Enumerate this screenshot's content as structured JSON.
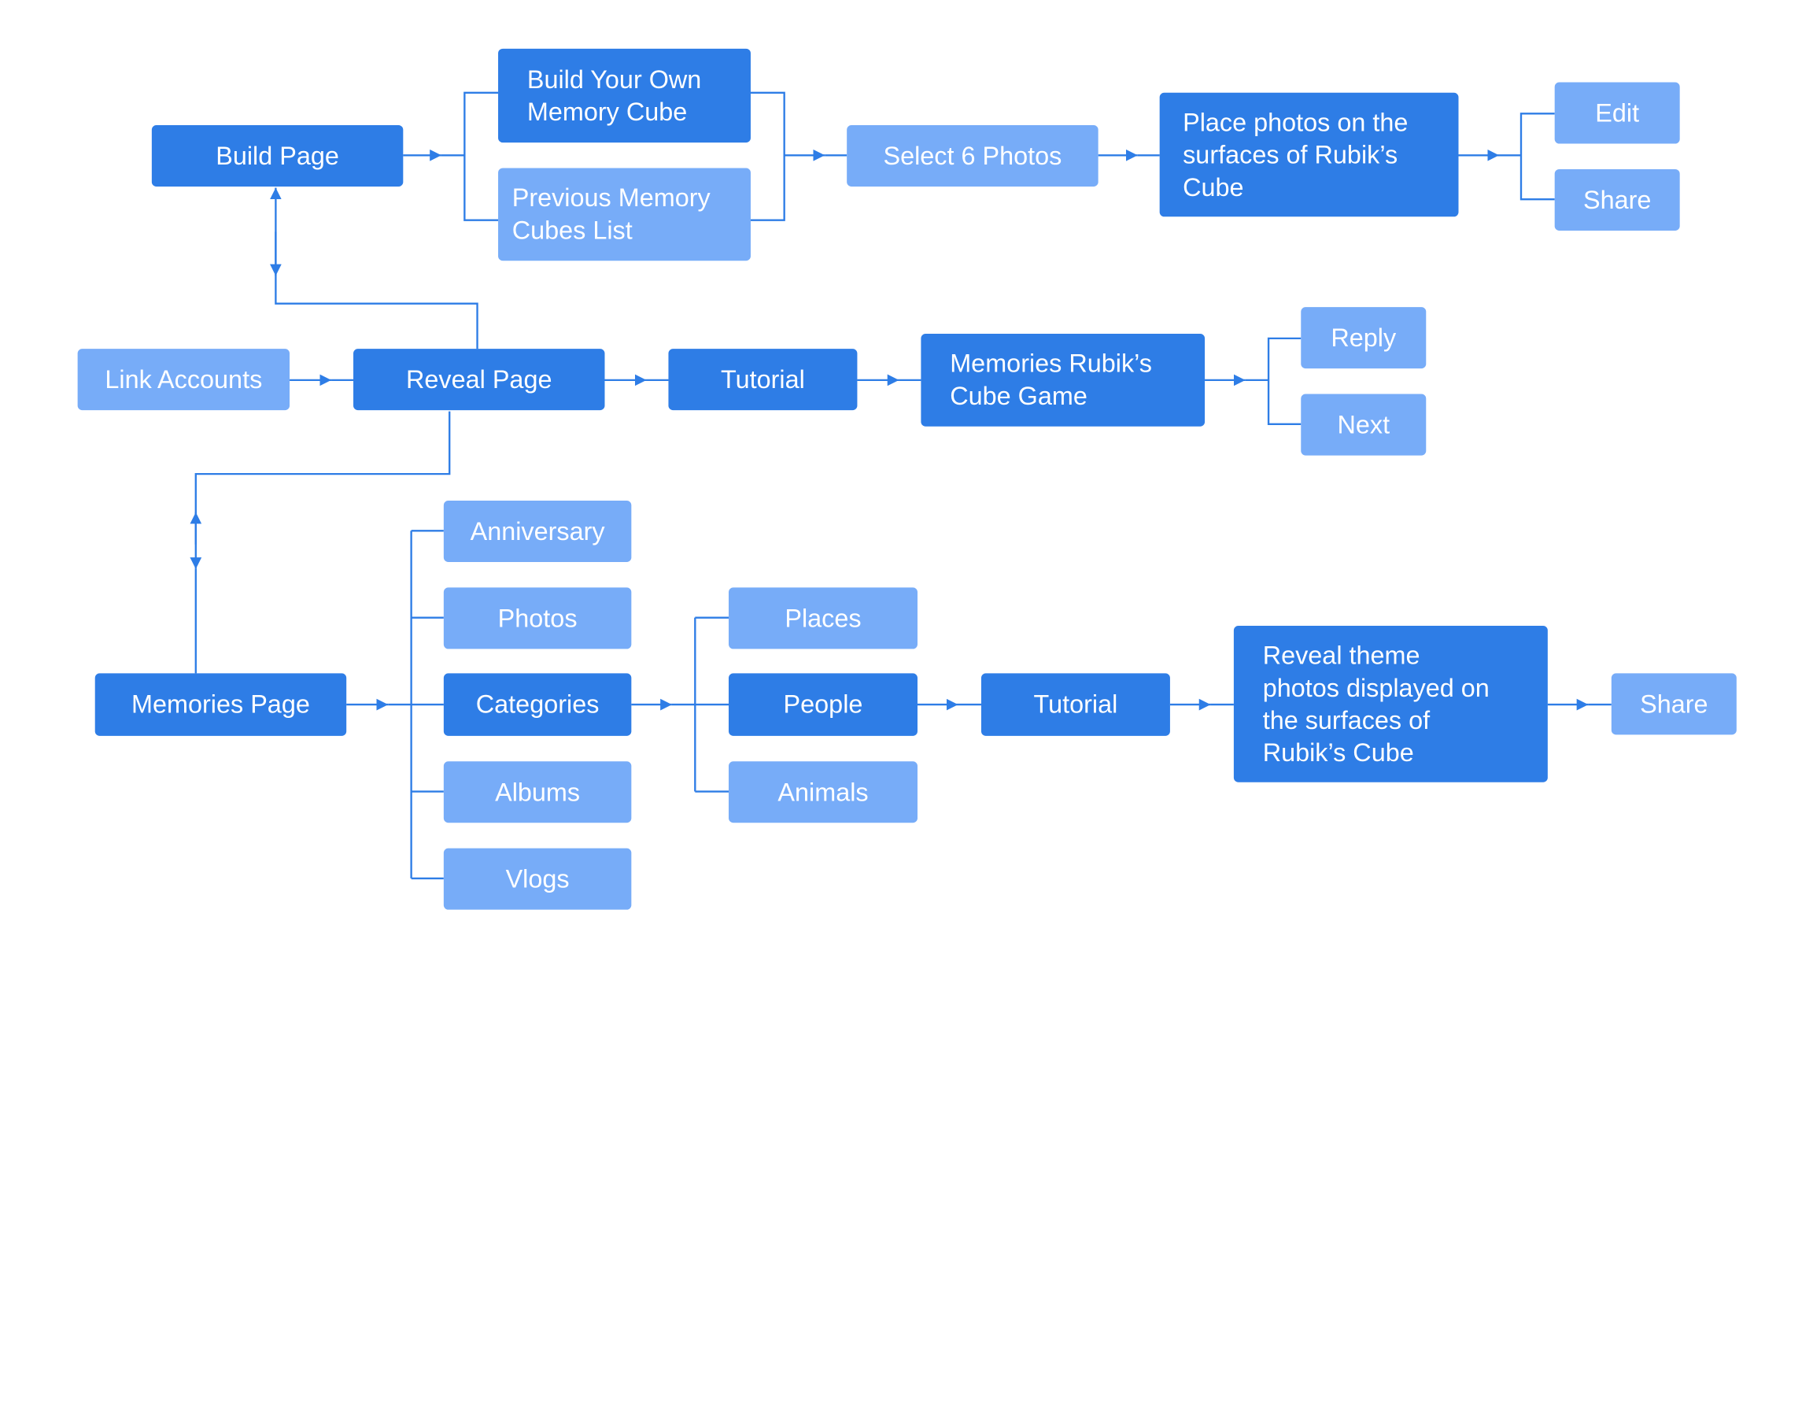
{
  "colors": {
    "primary_node": "#2e7de6",
    "secondary_node": "#77acf8",
    "connector": "#2e7de6",
    "text": "#ffffff",
    "background": "#ffffff"
  },
  "nodes": {
    "build_page": "Build Page",
    "build_your_own_memory_cube": "Build Your Own\nMemory Cube",
    "previous_memory_cubes_list": "Previous Memory\nCubes List",
    "select_6_photos": "Select 6 Photos",
    "place_photos": "Place photos on the\nsurfaces of Rubik’s\nCube",
    "edit": "Edit",
    "share_build": "Share",
    "link_accounts": "Link Accounts",
    "reveal_page": "Reveal Page",
    "tutorial_reveal": "Tutorial",
    "memories_rubiks_cube_game": "Memories Rubik’s\nCube Game",
    "reply": "Reply",
    "next": "Next",
    "memories_page": "Memories Page",
    "anniversary": "Anniversary",
    "photos": "Photos",
    "categories": "Categories",
    "albums": "Albums",
    "vlogs": "Vlogs",
    "places": "Places",
    "people": "People",
    "animals": "Animals",
    "tutorial_memories": "Tutorial",
    "reveal_theme_photos": "Reveal theme\nphotos displayed on\nthe surfaces of\nRubik’s Cube",
    "share_memories": "Share"
  }
}
